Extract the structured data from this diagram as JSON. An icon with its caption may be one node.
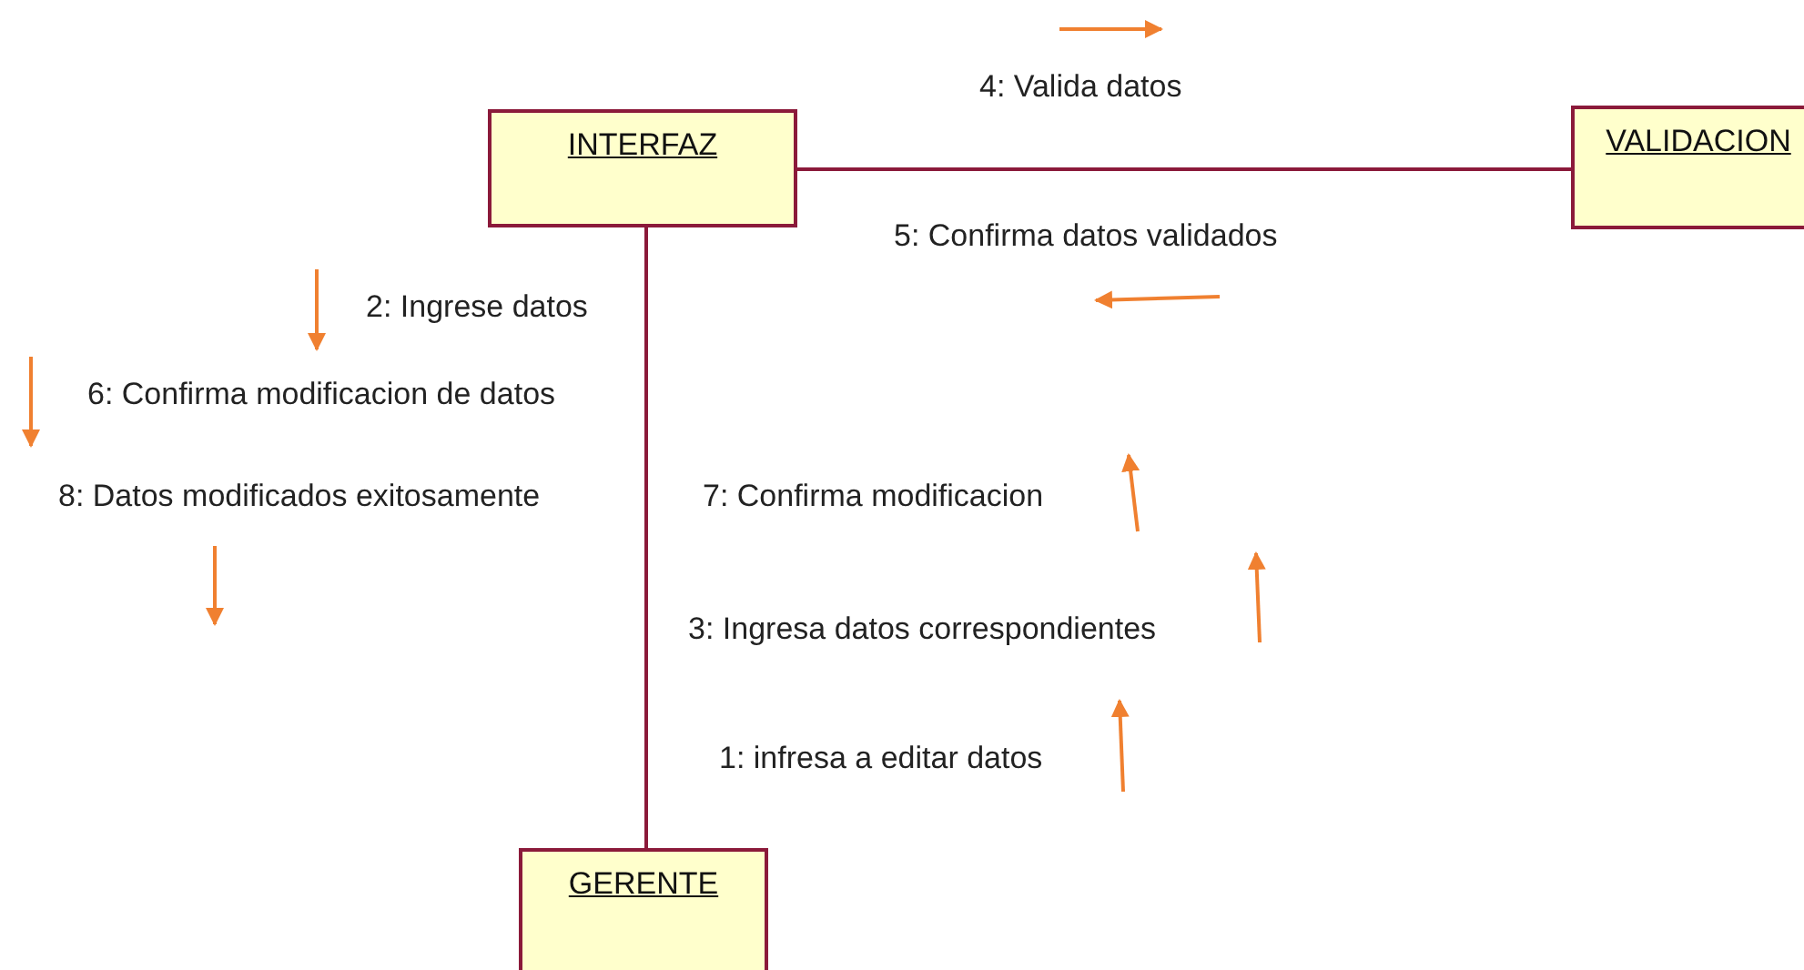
{
  "diagram": {
    "nodes": [
      {
        "text": [
          "INTERFAZ"
        ]
      },
      {
        "text": [
          "VALIDACION"
        ]
      },
      {
        "text": [
          "GERENTE"
        ]
      }
    ],
    "edges": [
      {
        "from": 0,
        "to": 1,
        "arrow": "none"
      },
      {
        "from": 0,
        "to": 2,
        "arrow": "none"
      }
    ],
    "labels": [
      "4: Valida datos",
      "5: Confirma datos validados",
      "2: Ingrese datos",
      "6: Confirma modificacion de datos",
      "8: Datos modificados exitosamente",
      "7: Confirma modificacion",
      "3: Ingresa datos correspondientes",
      "1: infresa a editar datos"
    ]
  }
}
